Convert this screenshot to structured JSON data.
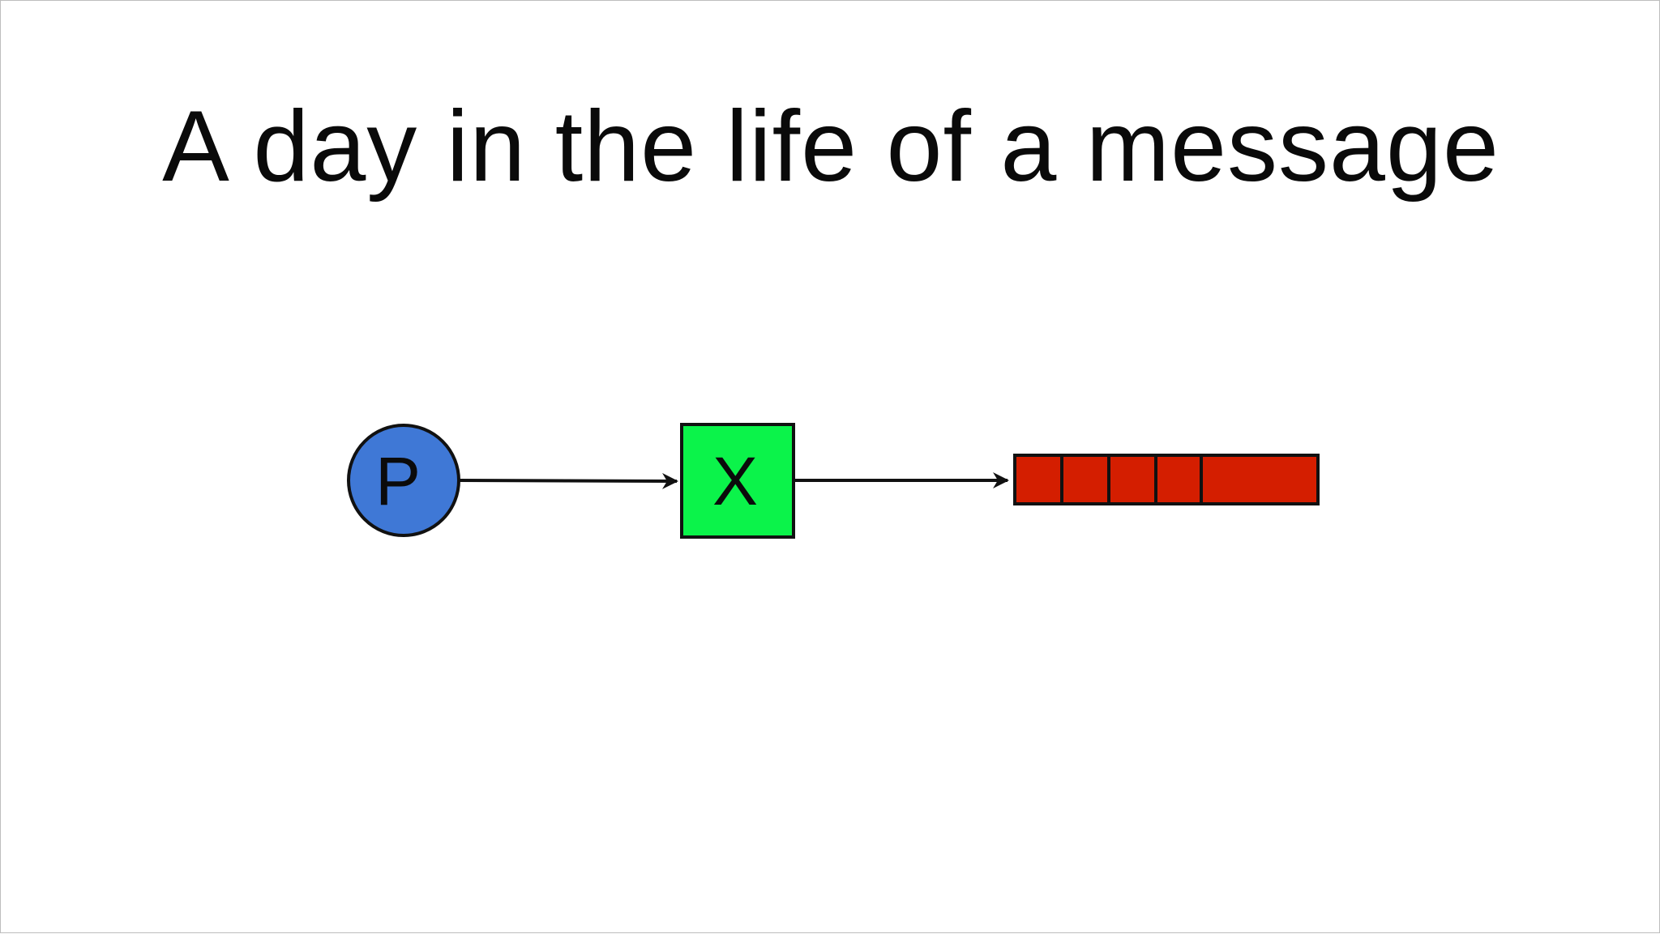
{
  "slide": {
    "title": "A day in the life of a message"
  },
  "diagram": {
    "producer": {
      "label": "P",
      "color": "#3f78d6"
    },
    "exchange": {
      "label": "X",
      "color": "#0bf34a"
    },
    "queue": {
      "color": "#d41e00",
      "slots": 5
    },
    "stroke_color": "#111111"
  }
}
